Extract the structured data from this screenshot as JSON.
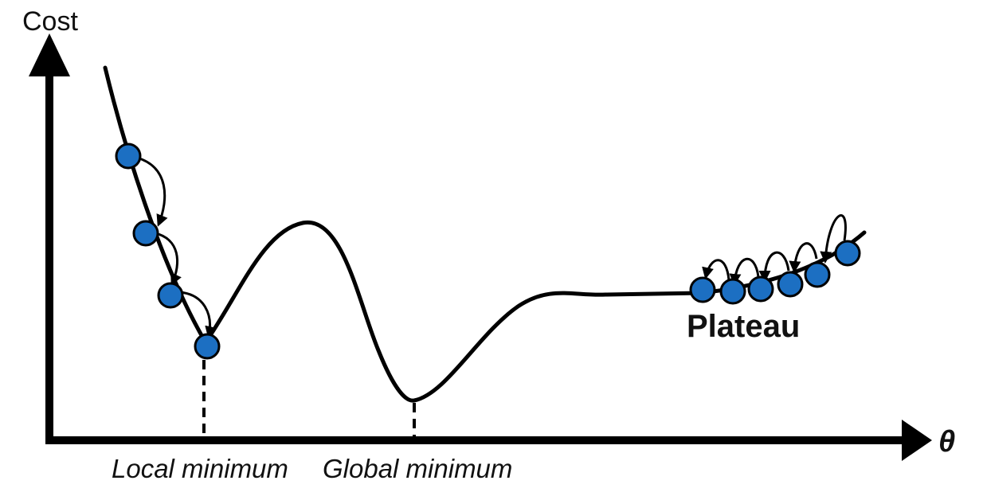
{
  "axes": {
    "y_label": "Cost",
    "x_label": "θ"
  },
  "labels": {
    "local_minimum": "Local minimum",
    "global_minimum": "Global minimum",
    "plateau": "Plateau"
  },
  "colors": {
    "curve": "#000000",
    "ball_fill": "#1c6fc2",
    "ball_stroke": "#000000",
    "text": "#111111"
  }
}
